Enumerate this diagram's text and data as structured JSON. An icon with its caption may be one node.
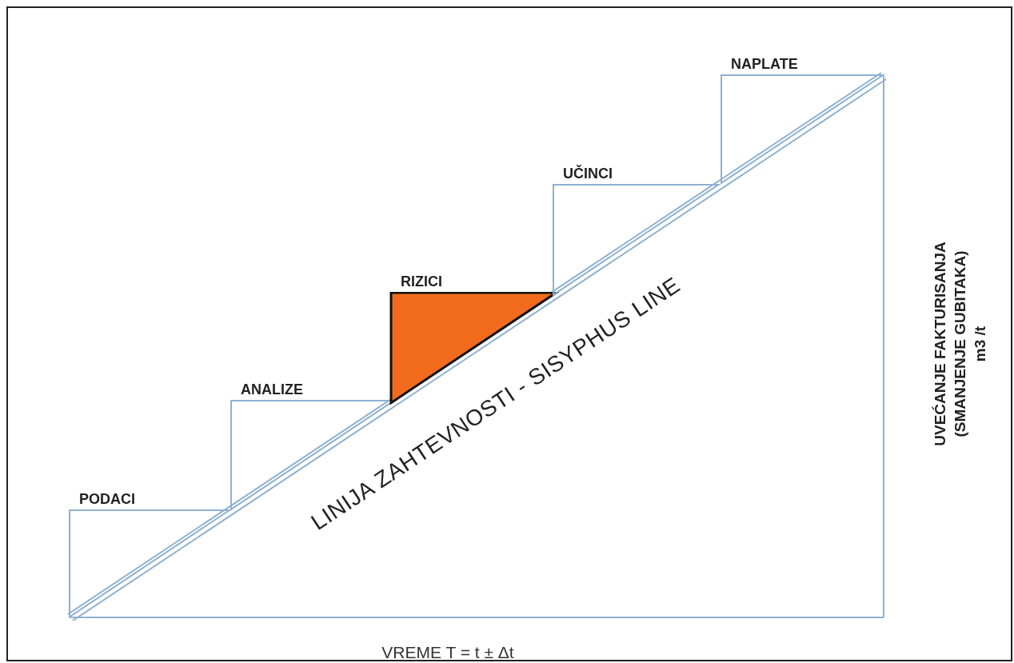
{
  "diagram": {
    "nodes": [
      {
        "text": [
          "PODACI"
        ]
      },
      {
        "text": [
          "ANALIZE"
        ]
      },
      {
        "text": [
          "RIZICI"
        ]
      },
      {
        "text": [
          "UČINCI"
        ]
      },
      {
        "text": [
          "NAPLATE"
        ]
      }
    ],
    "labels": [
      "LINIJA ZAHTEVNOSTI - SISYPHUS LINE",
      "UVEĆANJE FAKTURISANJA",
      "(SMANJENJE GUBITAKA)",
      "m3 /t",
      "VREME T = t ± Δt"
    ]
  }
}
